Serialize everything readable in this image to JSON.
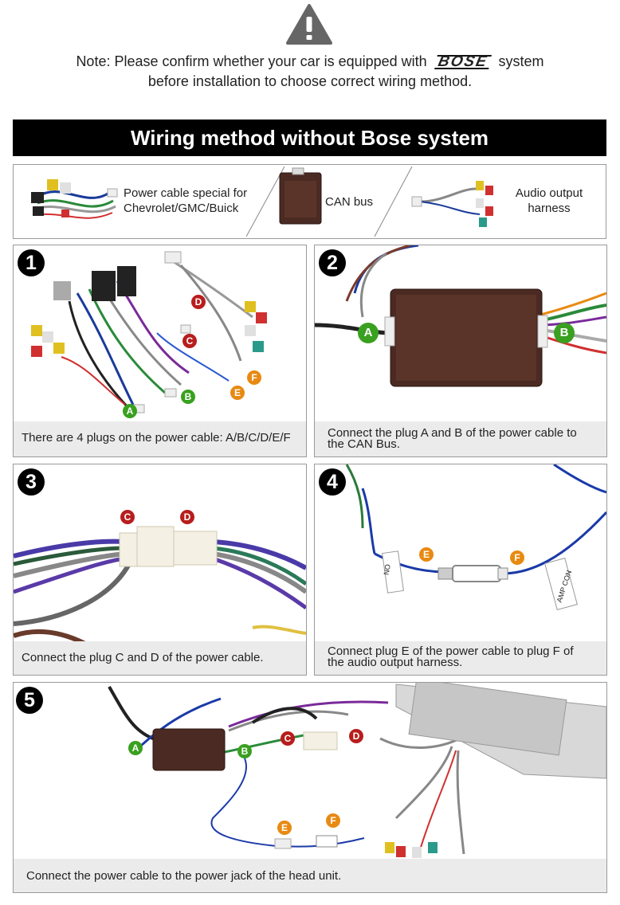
{
  "header": {
    "note_prefix": "Note: Please confirm whether your car is equipped with",
    "brand_logo": "BOSE",
    "note_suffix": "system",
    "note_line2": "before installation to choose correct wiring method."
  },
  "title": "Wiring method without Bose system",
  "parts": [
    {
      "label_line1": "Power cable special for",
      "label_line2": "Chevrolet/GMC/Buick"
    },
    {
      "label_line1": "CAN bus",
      "label_line2": ""
    },
    {
      "label_line1": "Audio output",
      "label_line2": "harness"
    }
  ],
  "steps": [
    {
      "number": "1",
      "caption": "There are 4 plugs on the power cable: A/B/C/D/E/F"
    },
    {
      "number": "2",
      "caption_line1": "Connect the plug A and B of the power cable to",
      "caption_line2": "the CAN Bus."
    },
    {
      "number": "3",
      "caption": "Connect the plug C and D of the power cable."
    },
    {
      "number": "4",
      "caption_line1": "Connect plug E of the power cable to plug F of",
      "caption_line2": "the audio output harness."
    },
    {
      "number": "5",
      "caption": "Connect the power cable to the power jack of the head unit."
    }
  ],
  "plug_labels": {
    "a": "A",
    "b": "B",
    "c": "C",
    "d": "D",
    "e": "E",
    "f": "F"
  },
  "photo_tags": {
    "amp_con": "AMP CON",
    "no": "NO"
  },
  "colors": {
    "green": "#3aa020",
    "red": "#b81d1d",
    "orange": "#e88a12",
    "canbus": "#4a2a22"
  },
  "icons": [
    "warning-icon"
  ]
}
